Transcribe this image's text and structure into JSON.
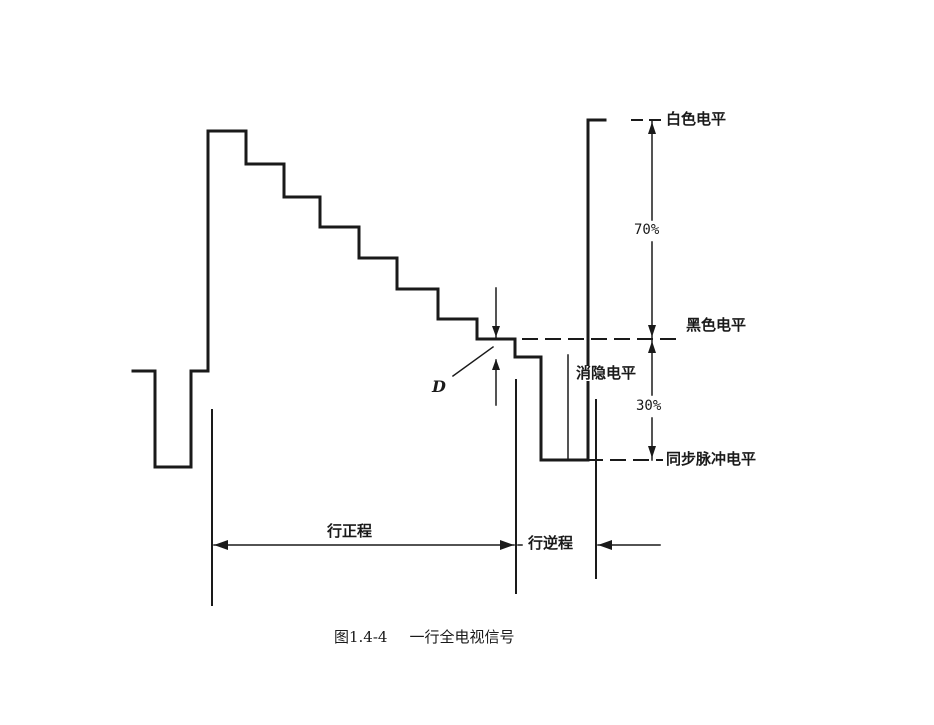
{
  "labels": {
    "white_level": "白色电平",
    "black_level": "黑色电平",
    "blanking_level": "消隐电平",
    "sync_level": "同步脉冲电平",
    "percent_70": "70%",
    "percent_30": "30%",
    "point_d": "D",
    "forward_scan": "行正程",
    "retrace": "行逆程"
  },
  "caption": {
    "number": "图1.4-4",
    "title": "一行全电视信号"
  }
}
